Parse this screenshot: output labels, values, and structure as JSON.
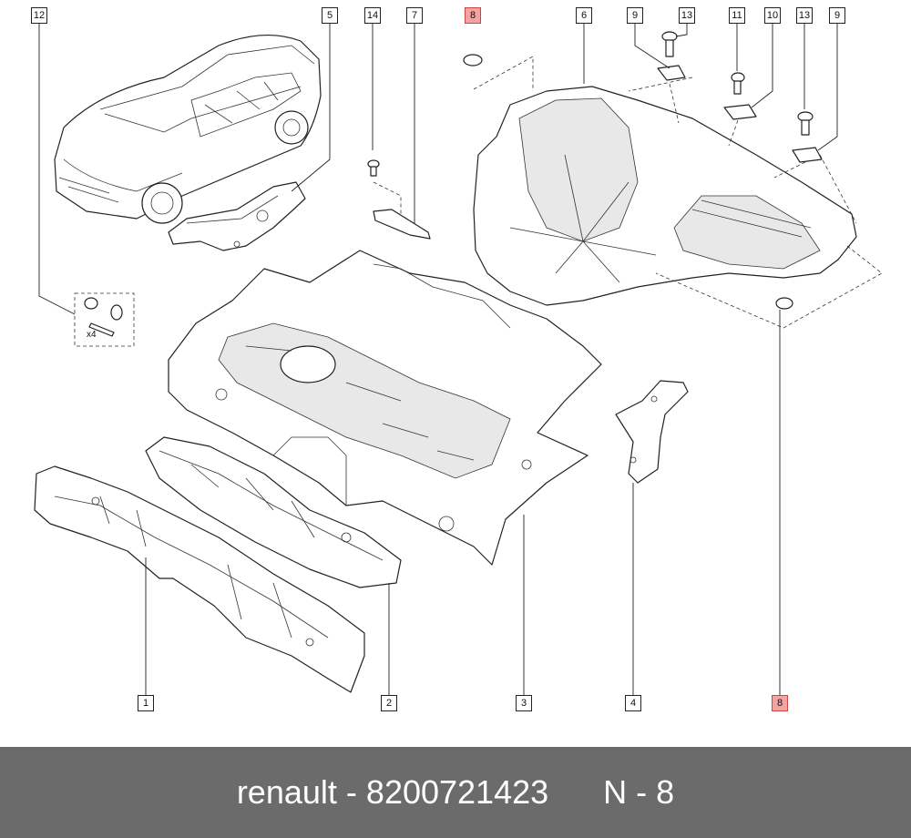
{
  "callouts": [
    {
      "id": "c12",
      "label": "12",
      "highlight": false
    },
    {
      "id": "c5",
      "label": "5",
      "highlight": false
    },
    {
      "id": "c14",
      "label": "14",
      "highlight": false
    },
    {
      "id": "c7",
      "label": "7",
      "highlight": false
    },
    {
      "id": "c8top",
      "label": "8",
      "highlight": true
    },
    {
      "id": "c6",
      "label": "6",
      "highlight": false
    },
    {
      "id": "c9a",
      "label": "9",
      "highlight": false
    },
    {
      "id": "c13a",
      "label": "13",
      "highlight": false
    },
    {
      "id": "c11",
      "label": "11",
      "highlight": false
    },
    {
      "id": "c10",
      "label": "10",
      "highlight": false
    },
    {
      "id": "c13b",
      "label": "13",
      "highlight": false
    },
    {
      "id": "c9b",
      "label": "9",
      "highlight": false
    },
    {
      "id": "c1",
      "label": "1",
      "highlight": false
    },
    {
      "id": "c2",
      "label": "2",
      "highlight": false
    },
    {
      "id": "c3",
      "label": "3",
      "highlight": false
    },
    {
      "id": "c4",
      "label": "4",
      "highlight": false
    },
    {
      "id": "c8bot",
      "label": "8",
      "highlight": true
    }
  ],
  "kit_quantity": "x4",
  "footer": {
    "brand": "renault",
    "separator": "-",
    "part_number": "8200721423",
    "position_label": "N - 8"
  },
  "highlight_color": "#f4a3a3",
  "footer_bg": "#6b6b6b"
}
